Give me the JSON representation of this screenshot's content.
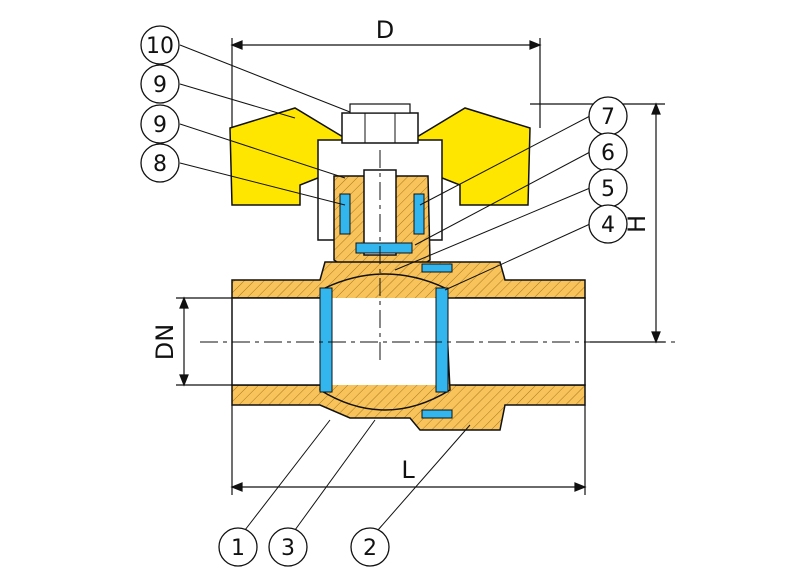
{
  "dimensions": {
    "D": "D",
    "H": "H",
    "L": "L",
    "DN": "DN"
  },
  "callouts": [
    "10",
    "9",
    "9",
    "8",
    "7",
    "6",
    "5",
    "4",
    "1",
    "3",
    "2"
  ],
  "colors": {
    "brass": "#f7c35a",
    "handle": "#ffe600",
    "seal": "#33b5ee",
    "line": "#111111",
    "stem": "#ffffff"
  }
}
